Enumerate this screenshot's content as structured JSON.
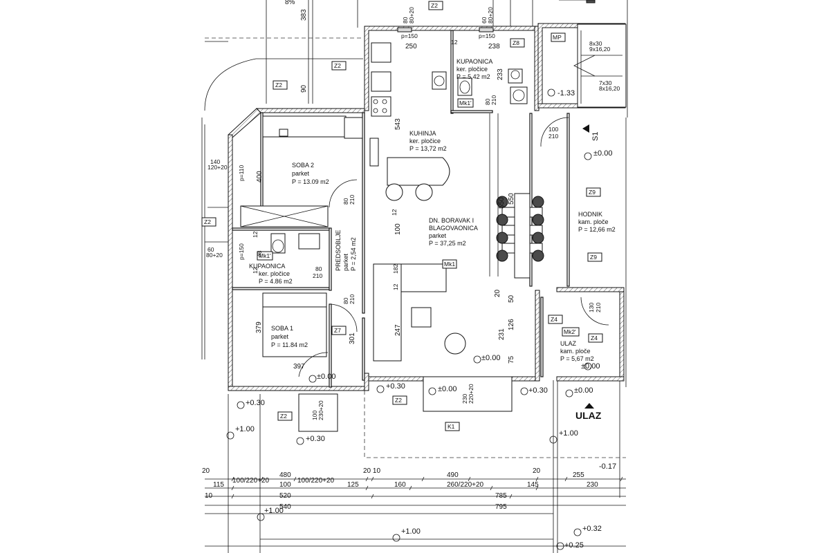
{
  "rooms": {
    "soba2": {
      "name": "SOBA 2",
      "floor": "parket",
      "area": "P = 13.09 m2"
    },
    "kuhinja": {
      "name": "KUHINJA",
      "floor": "ker. pločice",
      "area": "P = 13,72 m2"
    },
    "kupaonica_top": {
      "name": "KUPAONICA",
      "floor": "ker. pločice",
      "area": "P = 5,42 m2"
    },
    "boravak": {
      "name1": "DN. BORAVAK I",
      "name2": "BLAGOVAONICA",
      "floor": "parket",
      "area": "P = 37,25 m2"
    },
    "hodnik": {
      "name": "HODNIK",
      "floor": "kam. ploče",
      "area": "P = 12,66 m2"
    },
    "predsoblje": {
      "name": "PREDSOBLJE",
      "floor": "parket",
      "area": "P = 2,54 m2"
    },
    "kupaonica_left": {
      "name": "KUPAONICA",
      "floor": "ker. pločice",
      "area": "P = 4.86 m2"
    },
    "soba1": {
      "name": "SOBA 1",
      "floor": "parket",
      "area": "P = 11.84 m2"
    },
    "ulaz": {
      "name": "ULAZ",
      "floor": "kam. ploče",
      "area": "P = 5,67 m2"
    }
  },
  "ulaz_label": "ULAZ",
  "section_mark": "S1",
  "tags": {
    "z2a": "Z2",
    "z2b": "Z2",
    "z2c": "Z2",
    "z2d": "Z2",
    "z2e": "Z2",
    "z2f": "Z2",
    "z8": "Z8",
    "mp": "MP",
    "mk1a": "Mk1'",
    "mk1b": "Mk1'",
    "mk1c": "Mk1",
    "mk2": "Mk2'",
    "z9a": "Z9",
    "z9b": "Z9",
    "z7": "Z7",
    "z4a": "Z4",
    "z4b": "Z4",
    "k1": "K1"
  },
  "levels": {
    "l1": "-1.33",
    "l2": "±0.00",
    "l3": "±0.00",
    "l4": "±0.00",
    "l5": "±0.00",
    "l6": "+0.30",
    "l7": "+0.30",
    "l8": "+0.30",
    "l9": "+0.30",
    "l10": "+1.00",
    "l11": "+1.00",
    "l12": "+1.00",
    "l13": "+1.00",
    "l14": "+0.32",
    "l15": "+0.25",
    "l16": "-0.17",
    "l17": "±0.00"
  },
  "stairs": {
    "s1a": "8x30",
    "s1b": "9x16,20",
    "s2a": "7x30",
    "s2b": "8x16,20"
  },
  "dims": {
    "d_8pct": "8%",
    "d_383": "383",
    "d_90": "90",
    "d_80_80a": "80",
    "d_80_80b": "80+20",
    "d_60_80a": "60",
    "d_60_80b": "80+20",
    "d_p150a": "p=150",
    "d_p150b": "p=150",
    "d_250": "250",
    "d_238": "238",
    "d_12a": "12",
    "d_233": "233",
    "d_543": "543",
    "d_80_210a": "80",
    "d_80_210b": "210",
    "d_100_210a": "100",
    "d_100_210b": "210",
    "d_140": "140",
    "d_120_20": "120+20",
    "d_p110": "p=110",
    "d_400": "400",
    "d_80_210c": "80",
    "d_80_210d": "210",
    "d_12b": "12",
    "d_100": "100",
    "d_550a": "550",
    "d_550b": "550",
    "d_60": "60",
    "d_80_20c": "80+20",
    "d_p150c": "p=150",
    "d_12c": "12",
    "d_48": "48",
    "d_12d": "12",
    "d_80_210e": "80",
    "d_80_210f": "210",
    "d_182": "182",
    "d_12e": "12",
    "d_80_210g": "80",
    "d_80_210h": "210",
    "d_20": "20",
    "d_50": "50",
    "d_130_210a": "130",
    "d_130_210b": "210",
    "d_379": "379",
    "d_301": "301",
    "d_247": "247",
    "d_231": "231",
    "d_126": "126",
    "d_75": "75",
    "d_397": "397",
    "d_100_230a": "100",
    "d_100_230b": "230+20",
    "d_230_220a": "230",
    "d_230_220b": "220+20",
    "b_20a": "20",
    "b_115": "115",
    "b_100_220a": "100/220+20",
    "b_480": "480",
    "b_100a": "100",
    "b_100_220b": "100/220+20",
    "b_20_10": "20  10",
    "b_125": "125",
    "b_490": "490",
    "b_160": "160",
    "b_260_220": "260/220+20",
    "b_20b": "20",
    "b_145": "145",
    "b_255": "255",
    "b_230": "230",
    "b_10": "10",
    "b_520": "520",
    "b_785": "785",
    "b_540": "540",
    "b_795": "795"
  }
}
